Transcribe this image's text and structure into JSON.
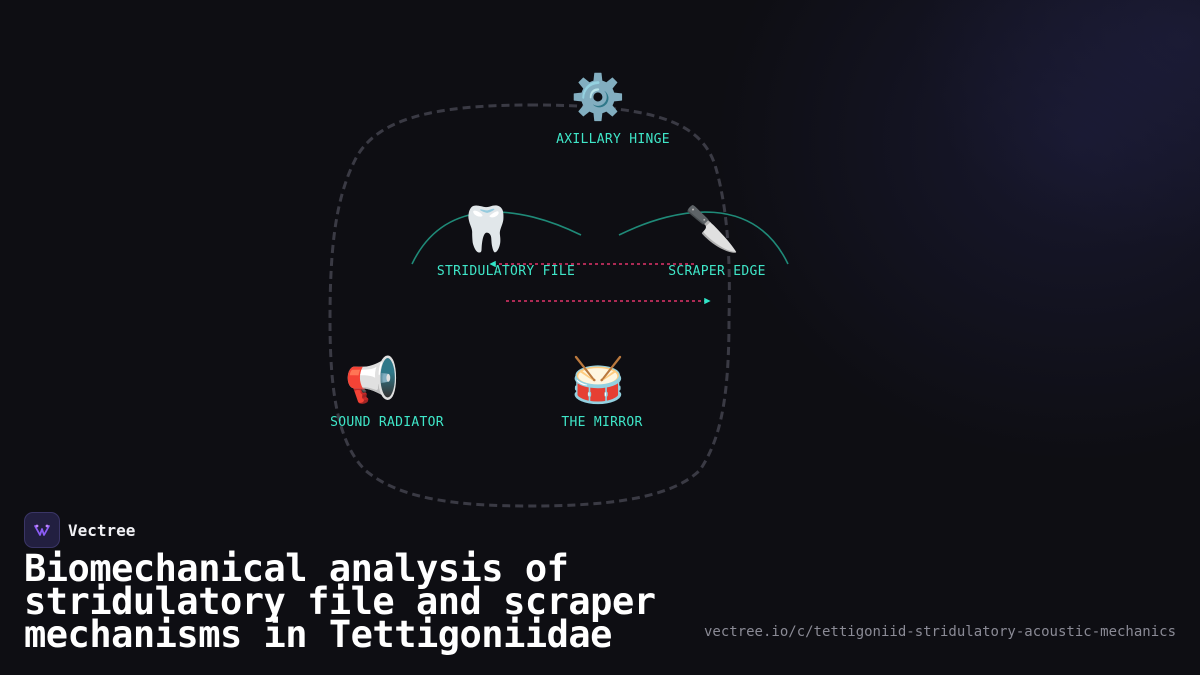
{
  "brand": {
    "name": "Vectree",
    "logo_icon": "wave-logo-icon",
    "logo_color": "#8b5cf6"
  },
  "title": "Biomechanical analysis of stridulatory file and scraper mechanisms in Tettigoniidae",
  "url": "vectree.io/c/tettigoniid-stridulatory-acoustic-mechanics",
  "colors": {
    "label": "#3fe6c8",
    "arc": "#1f8a78",
    "arrow_line": "#e0336a",
    "arrow_head": "#2ee6c8",
    "loop": "#3a3a44"
  },
  "nodes": [
    {
      "id": "hinge",
      "icon": "gear-icon",
      "emoji": "⚙️",
      "label": "AXILLARY HINGE"
    },
    {
      "id": "file",
      "icon": "tooth-icon",
      "emoji": "🦷",
      "label": "STRIDULATORY FILE"
    },
    {
      "id": "scraper",
      "icon": "knife-icon",
      "emoji": "🔪",
      "label": "SCRAPER EDGE"
    },
    {
      "id": "radiator",
      "icon": "megaphone-icon",
      "emoji": "📢",
      "label": "SOUND RADIATOR"
    },
    {
      "id": "mirror",
      "icon": "drum-icon",
      "emoji": "🥁",
      "label": "THE MIRROR"
    }
  ]
}
